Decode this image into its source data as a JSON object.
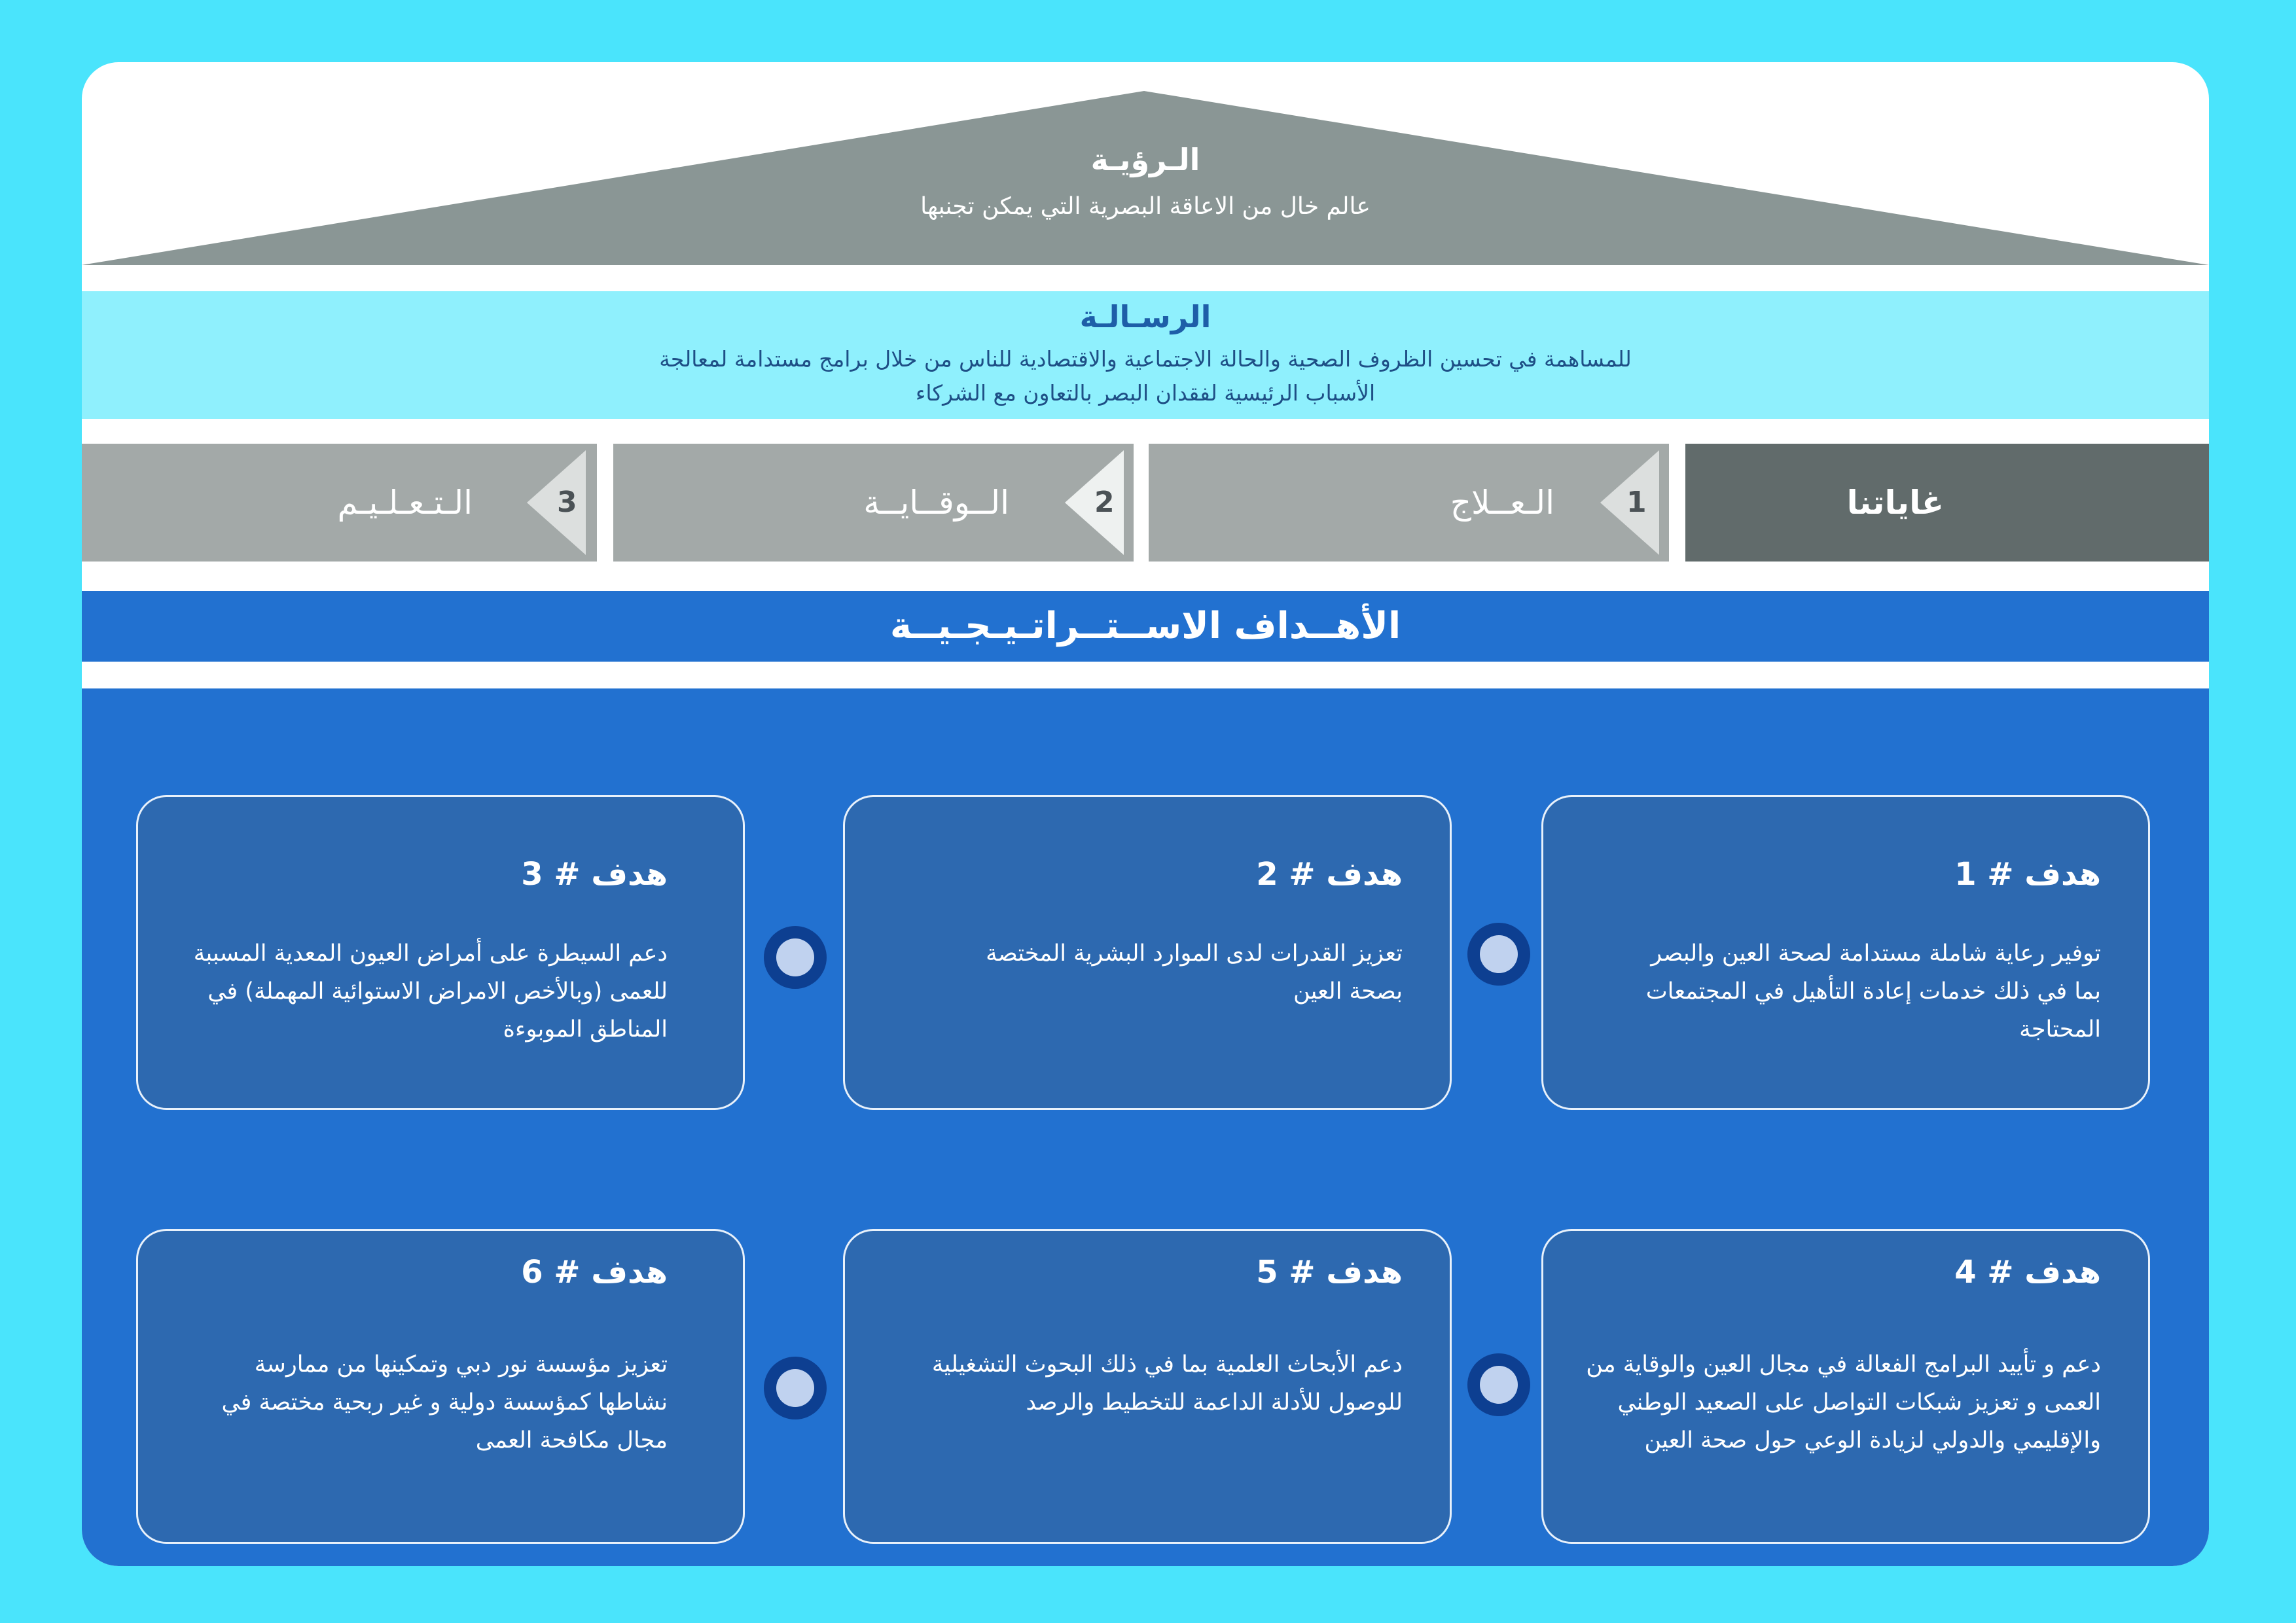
{
  "vision": {
    "title": "الـرؤيـة",
    "text": "عالم خال من الاعاقة البصرية التي يمكن تجنبها"
  },
  "mission": {
    "title": "الرسـالـة",
    "line1": "للمساهمة في تحسين الظروف الصحية والحالة الاجتماعية والاقتصادية للناس من خلال برامج مستدامة لمعالجة",
    "line2": "الأسباب الرئيسية لفقدان البصر بالتعاون مع الشركاء"
  },
  "goals": {
    "header": "غاياتنا",
    "items": [
      {
        "number": "1",
        "label": "الـعــلاج"
      },
      {
        "number": "2",
        "label": "الــوقــايــة"
      },
      {
        "number": "3",
        "label": "الـتـعـلـيـم"
      }
    ]
  },
  "strategic": {
    "title": "الأهــداف الاســتــراتـيـجـيــة",
    "objectives": [
      {
        "title": "هدف # 1",
        "text": "توفير رعاية شاملة مستدامة لصحة العين والبصر بما في ذلك خدمات إعادة التأهيل في المجتمعات المحتاجة"
      },
      {
        "title": "هدف # 2",
        "text": "تعزيز القدرات لدى الموارد البشرية المختصة بصحة العين"
      },
      {
        "title": "هدف # 3",
        "text": "دعم السيطرة على أمراض العيون المعدية المسببة للعمى (وبالأخص الامراض الاستوائية المهملة) في المناطق الموبوءة"
      },
      {
        "title": "هدف # 4",
        "text": "دعم و تأييد البرامج الفعالة في مجال العين والوقاية من العمى و تعزيز شبكات التواصل على الصعيد الوطني والإقليمي والدولي لزيادة الوعي حول صحة العين"
      },
      {
        "title": "هدف # 5",
        "text": "دعم الأبحاث العلمية  بما في ذلك البحوث التشغيلية للوصول للأدلة الداعمة  للتخطيط والرصد"
      },
      {
        "title": "هدف # 6",
        "text": "تعزيز  مؤسسة نور دبي وتمكينها من ممارسة نشاطها كمؤسسة دولية و غير ربحية مختصة في مجال مكافحة العمى"
      }
    ]
  },
  "colors": {
    "background": "#4ae4fc",
    "roof": "#8a9695",
    "mission_band": "#8ff0fd",
    "goals_header": "#616b6b",
    "goal_box": "#a3a9a8",
    "strategic_blue": "#2271d0",
    "card": "#2d69b0"
  }
}
